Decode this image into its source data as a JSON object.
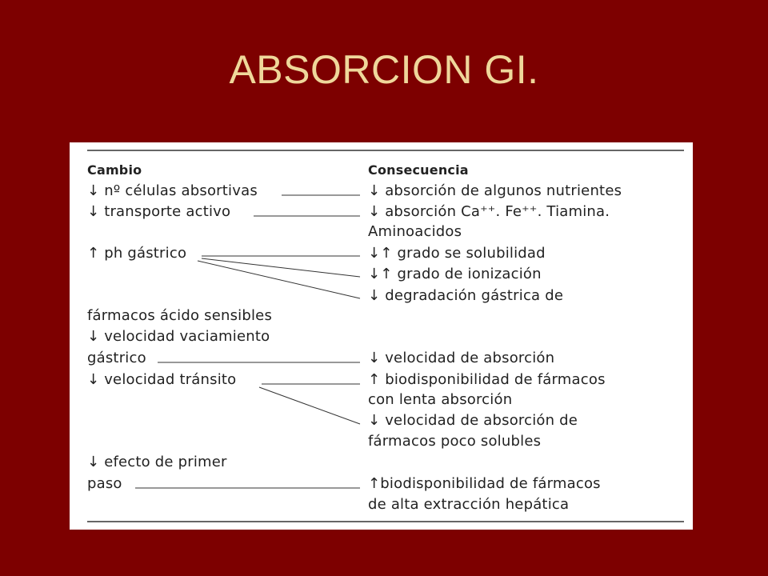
{
  "title": "ABSORCION GI.",
  "table": {
    "header": {
      "left": "Cambio",
      "right": "Consecuencia"
    },
    "left": {
      "l1": "↓ nº células absortivas",
      "l2": "↓ transporte activo",
      "l3": "↑ ph gástrico",
      "l4": "fármacos ácido sensibles",
      "l5": "↓ velocidad vaciamiento",
      "l6": "gástrico",
      "l7": "↓ velocidad tránsito",
      "l8": "↓ efecto de primer",
      "l9": "paso"
    },
    "right": {
      "r1": "↓ absorción de algunos nutrientes",
      "r2": "↓ absorción Ca⁺⁺. Fe⁺⁺. Tiamina.",
      "r3": "Aminoacidos",
      "r4": "↓↑ grado se solubilidad",
      "r5": "↓↑ grado de ionización",
      "r6": "↓ degradación gástrica de",
      "r7": "↓ velocidad de absorción",
      "r8": "↑ biodisponibilidad de fármacos",
      "r9": "con lenta absorción",
      "r10": "↓ velocidad de absorción de",
      "r11": "fármacos poco solubles",
      "r12": "↑biodisponibilidad de fármacos",
      "r13": "de alta extracción hepática"
    }
  }
}
